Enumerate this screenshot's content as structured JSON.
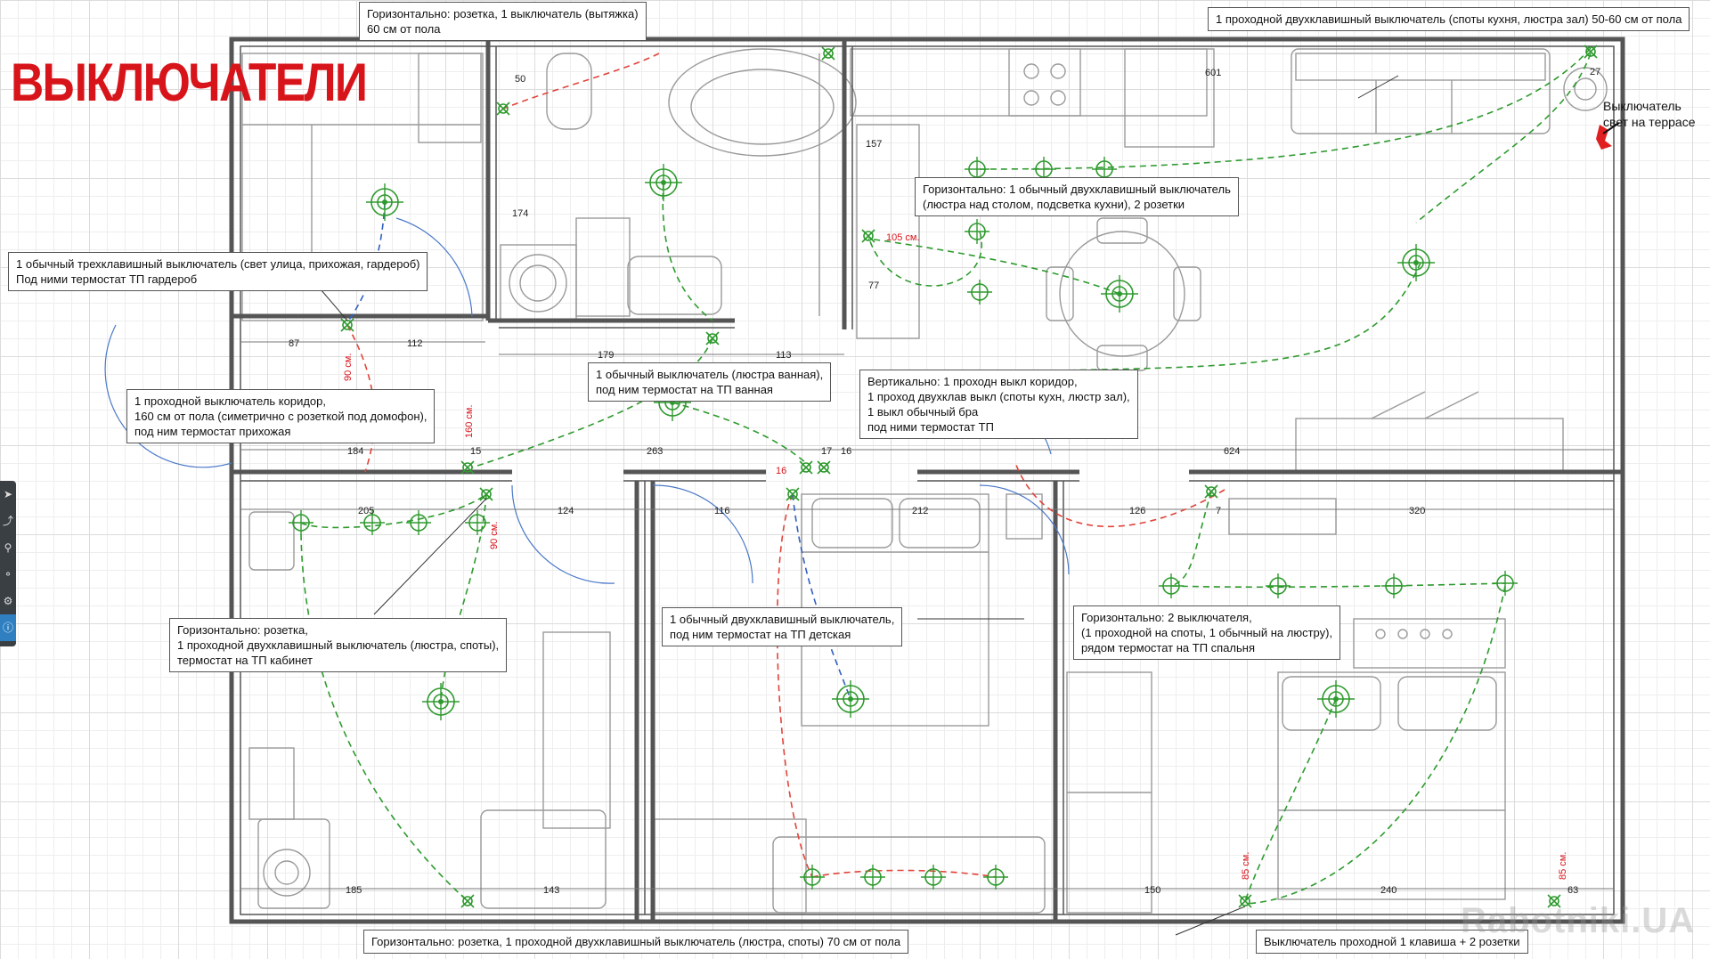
{
  "title": "ВЫКЛЮЧАТЕЛИ",
  "watermark": "Rabotniki.UA",
  "colors": {
    "accent": "#d8141b",
    "wall": "#555555",
    "furniture": "#9a9a9a",
    "switch_line": "#2e9a2e",
    "pass_line": "#e0443a",
    "aux_line": "#3060c0"
  },
  "notes": {
    "top_hood": [
      "Горизонтально: розетка, 1 выключатель (вытяжка)",
      "60 см от пола"
    ],
    "top_right": [
      "1 проходной двухклавишный выключатель (споты кухня, люстра зал) 50-60 см от пола"
    ],
    "terrace": [
      "Выключатель",
      "свет на террасе"
    ],
    "kitchen": [
      "Горизонтально: 1 обычный двухклавишный выключатель",
      "(люстра над столом, подсветка кухни), 2 розетки"
    ],
    "entry": [
      "1 обычный трехклавишный выключатель (свет улица, прихожая, гардероб)",
      "Под ними термостат ТП гардероб"
    ],
    "corridor": [
      "1 проходной выключатель коридор,",
      "160 см от пола (симетрично с розеткой под домофон),",
      "под ним термостат прихожая"
    ],
    "bath": [
      "1 обычный выключатель (люстра ванная),",
      "под ним термостат на ТП ванная"
    ],
    "vertical": [
      "Вертикально: 1 проходн выкл коридор,",
      "1 проход двухклав выкл (споты кухн, люстр зал),",
      "1 выкл обычный бра",
      "под ними термостат ТП"
    ],
    "cabinet": [
      "Горизонтально: розетка,",
      "1 проходной двухклавишный выключатель (люстра, споты),",
      "термостат на ТП кабинет"
    ],
    "kids": [
      "1 обычный двухклавишный выключатель,",
      "под ним термостат на ТП детская"
    ],
    "bedroom": [
      "Горизонтально: 2 выключателя,",
      "(1 проходной на споты, 1 обычный на люстру),",
      "рядом термостат на ТП спальня"
    ],
    "bottom_center": [
      "Горизонтально: розетка, 1 проходной двухклавишный выключатель (люстра, споты) 70 см от пола"
    ],
    "bottom_right": [
      "Выключатель проходной 1 клавиша + 2 розетки"
    ]
  },
  "dimensions": {
    "d50": "50",
    "d601": "601",
    "d27": "27",
    "d157": "157",
    "d174": "174",
    "d77": "77",
    "d87": "87",
    "d112": "112",
    "d179": "179",
    "d113": "113",
    "d184": "184",
    "d15": "15",
    "d263": "263",
    "d17": "17",
    "d16": "16",
    "d16r": "16",
    "d624": "624",
    "d205": "205",
    "d124": "124",
    "d116": "116",
    "d212": "212",
    "d126": "126",
    "d7": "7",
    "d320": "320",
    "d185": "185",
    "d143": "143",
    "d150": "150",
    "d240": "240",
    "d63": "63",
    "r105": "105 см.",
    "r90a": "90 см.",
    "r160": "160 см.",
    "r90b": "90 см.",
    "r85a": "85 см.",
    "r85b": "85 см."
  },
  "toolbar": {
    "tools": [
      "pointer-icon",
      "share-icon",
      "link-icon",
      "node-icon",
      "settings-icon",
      "info-icon"
    ]
  }
}
